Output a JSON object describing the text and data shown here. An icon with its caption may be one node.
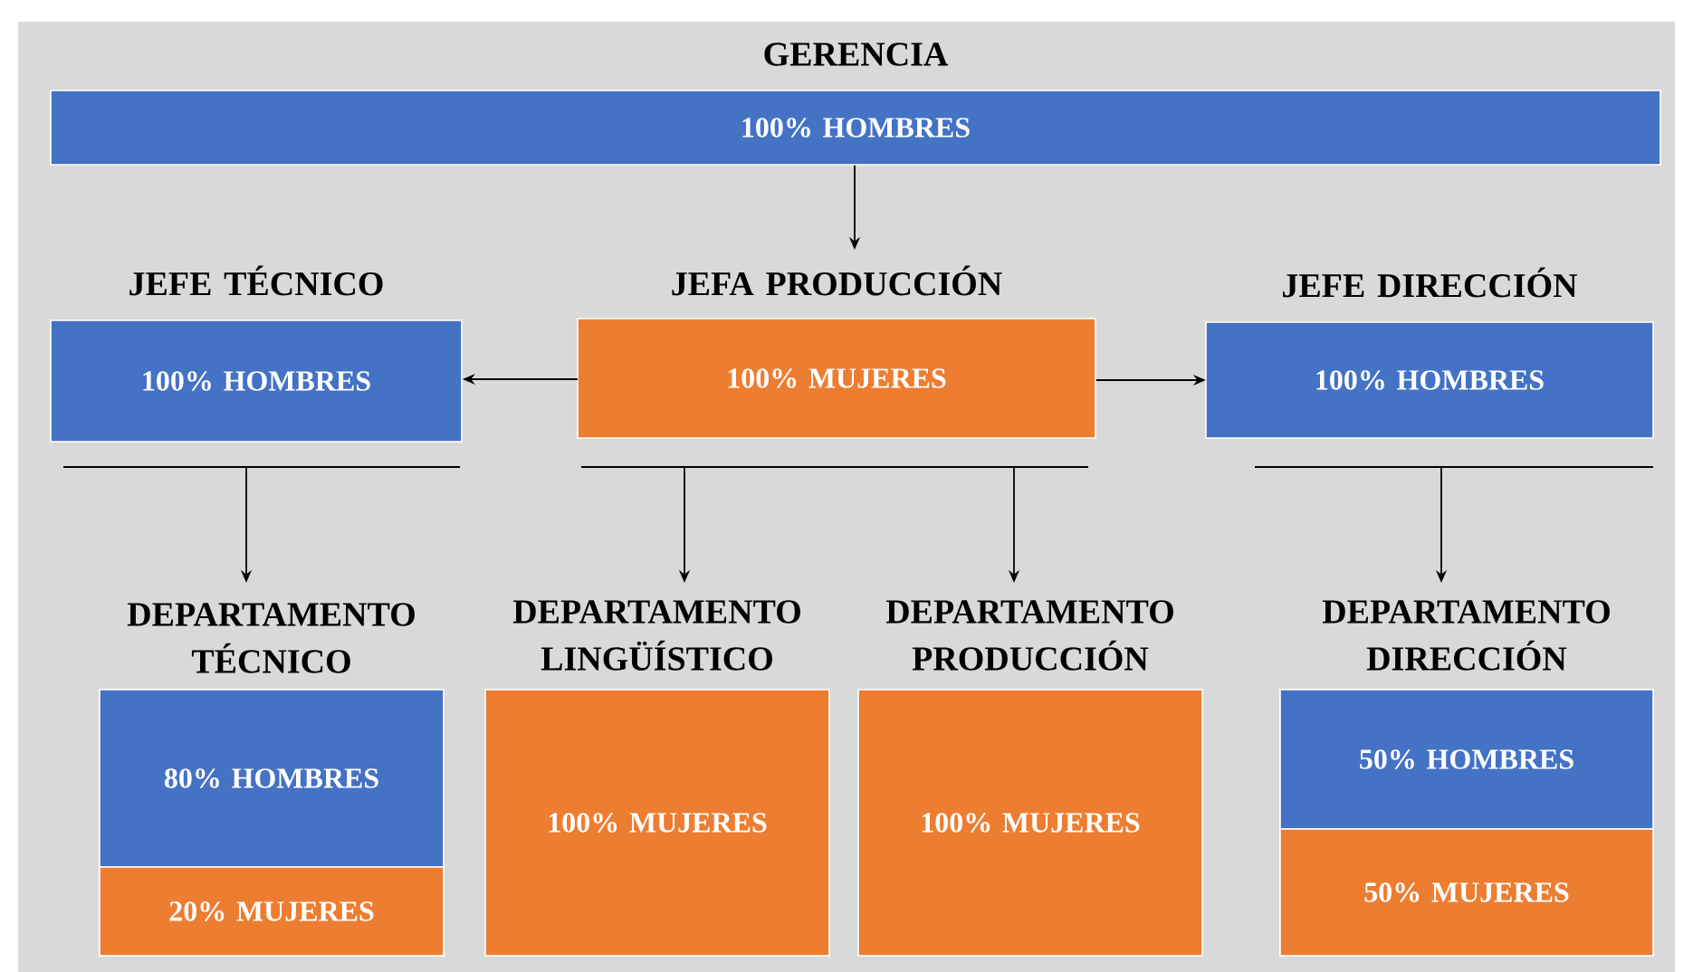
{
  "diagram": {
    "nodes": [
      {
        "text": [
          "GERENCIA",
          "100% HOMBRES"
        ]
      },
      {
        "text": [
          "JEFE TÉCNICO",
          "100% HOMBRES"
        ]
      },
      {
        "text": [
          "JEFA PRODUCCIÓN",
          "100% MUJERES"
        ]
      },
      {
        "text": [
          "JEFE DIRECCIÓN",
          "100% HOMBRES"
        ]
      },
      {
        "text": [
          "DEPARTAMENTO TÉCNICO"
        ]
      },
      {
        "text": [
          "80% HOMBRES"
        ],
        "in": 4
      },
      {
        "text": [
          "20% MUJERES"
        ],
        "in": 4
      },
      {
        "text": [
          "DEPARTAMENTO LINGÜÍSTICO",
          "100% MUJERES"
        ]
      },
      {
        "text": [
          "DEPARTAMENTO PRODUCCIÓN",
          "100% MUJERES"
        ]
      },
      {
        "text": [
          "DEPARTAMENTO DIRECCIÓN"
        ]
      },
      {
        "text": [
          "50% HOMBRES"
        ],
        "in": 9
      },
      {
        "text": [
          "50% MUJERES"
        ],
        "in": 9
      }
    ],
    "edges": [
      {
        "from": 0,
        "to": 2,
        "arrow": "to"
      },
      {
        "from": 2,
        "to": 1,
        "arrow": "to"
      },
      {
        "from": 2,
        "to": 3,
        "arrow": "to"
      },
      {
        "from": null,
        "to": 4,
        "arrow": "to"
      },
      {
        "from": null,
        "to": 7,
        "arrow": "to"
      },
      {
        "from": null,
        "to": 8,
        "arrow": "to"
      },
      {
        "from": null,
        "to": 9,
        "arrow": "to"
      }
    ]
  }
}
